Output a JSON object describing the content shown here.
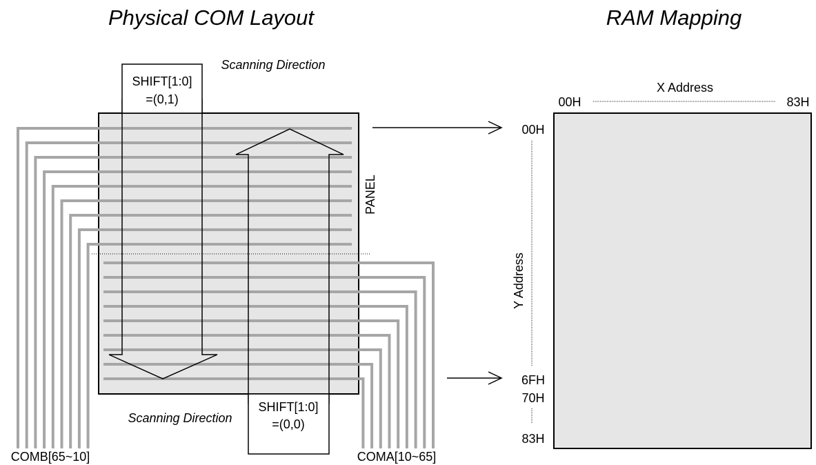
{
  "left_diagram": {
    "title": "Physical COM Layout",
    "panel_label": "PANEL",
    "shift_top": {
      "line1": "SHIFT[1:0]",
      "line2": "=(0,1)",
      "direction_label": "Scanning Direction"
    },
    "shift_bottom": {
      "line1": "SHIFT[1:0]",
      "line2": "=(0,0)",
      "direction_label": "Scanning Direction"
    },
    "comb_label": "COMB[65~10]",
    "coma_label": "COMA[10~65]"
  },
  "right_diagram": {
    "title": "RAM Mapping",
    "x_address_label": "X Address",
    "x_start": "00H",
    "x_end": "83H",
    "y_address_label": "Y Address",
    "y_labels": [
      "00H",
      "6FH",
      "70H",
      "83H"
    ]
  },
  "colors": {
    "panel_fill": "#e6e6e6",
    "line_gray": "#a6a6a6",
    "stroke": "#000000"
  }
}
